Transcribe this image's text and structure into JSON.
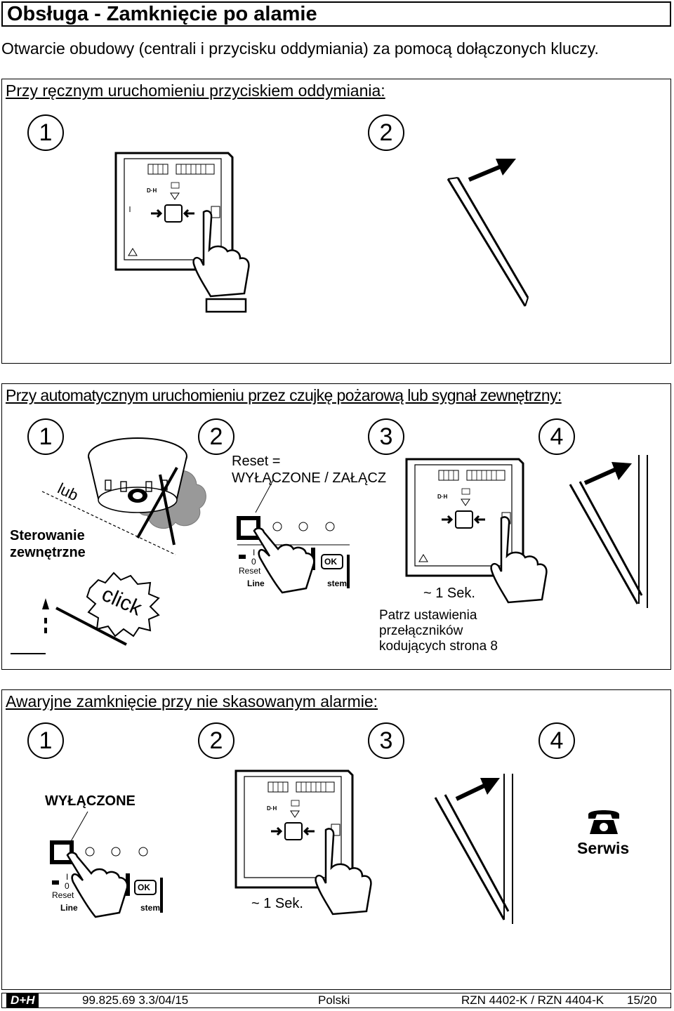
{
  "header": {
    "title": "Obsługa - Zamknięcie po alamie",
    "intro": "Otwarcie obudowy (centrali i przycisku oddymiania) za pomocą dołączonych kluczy."
  },
  "section1": {
    "title": "Przy ręcznym uruchomieniu przyciskiem oddymiania:",
    "steps": [
      "1",
      "2"
    ]
  },
  "section2": {
    "title": "Przy automatycznym uruchomieniu przez czujkę pożarową lub sygnał zewnętrzny:",
    "steps": [
      "1",
      "2",
      "3",
      "4"
    ],
    "or_label": "lub",
    "external_control": [
      "Sterowanie",
      "zewnętrzne"
    ],
    "click_label": "click",
    "reset_lines": [
      "Reset =",
      "WYŁĄCZONE / ZAŁĄCZ"
    ],
    "duration": "~ 1 Sek.",
    "note_lines": [
      "Patrz ustawienia",
      "przełączników",
      "kodujących strona 8"
    ]
  },
  "section3": {
    "title": "Awaryjne zamknięcie przy nie skasowanym alarmie:",
    "steps": [
      "1",
      "2",
      "3",
      "4"
    ],
    "off_label": "WYŁĄCZONE",
    "duration": "~ 1 Sek.",
    "service_label": "Serwis"
  },
  "device": {
    "ok": "OK",
    "brand": "D+H",
    "switch_on": "I",
    "switch_off": "0",
    "reset": "Reset",
    "line": "Line",
    "system": "stem"
  },
  "footer": {
    "logo": "D+H",
    "doc_number": "99.825.69 3.3/04/15",
    "language": "Polski",
    "product": "RZN 4402-K / RZN 4404-K",
    "page": "15/20"
  }
}
